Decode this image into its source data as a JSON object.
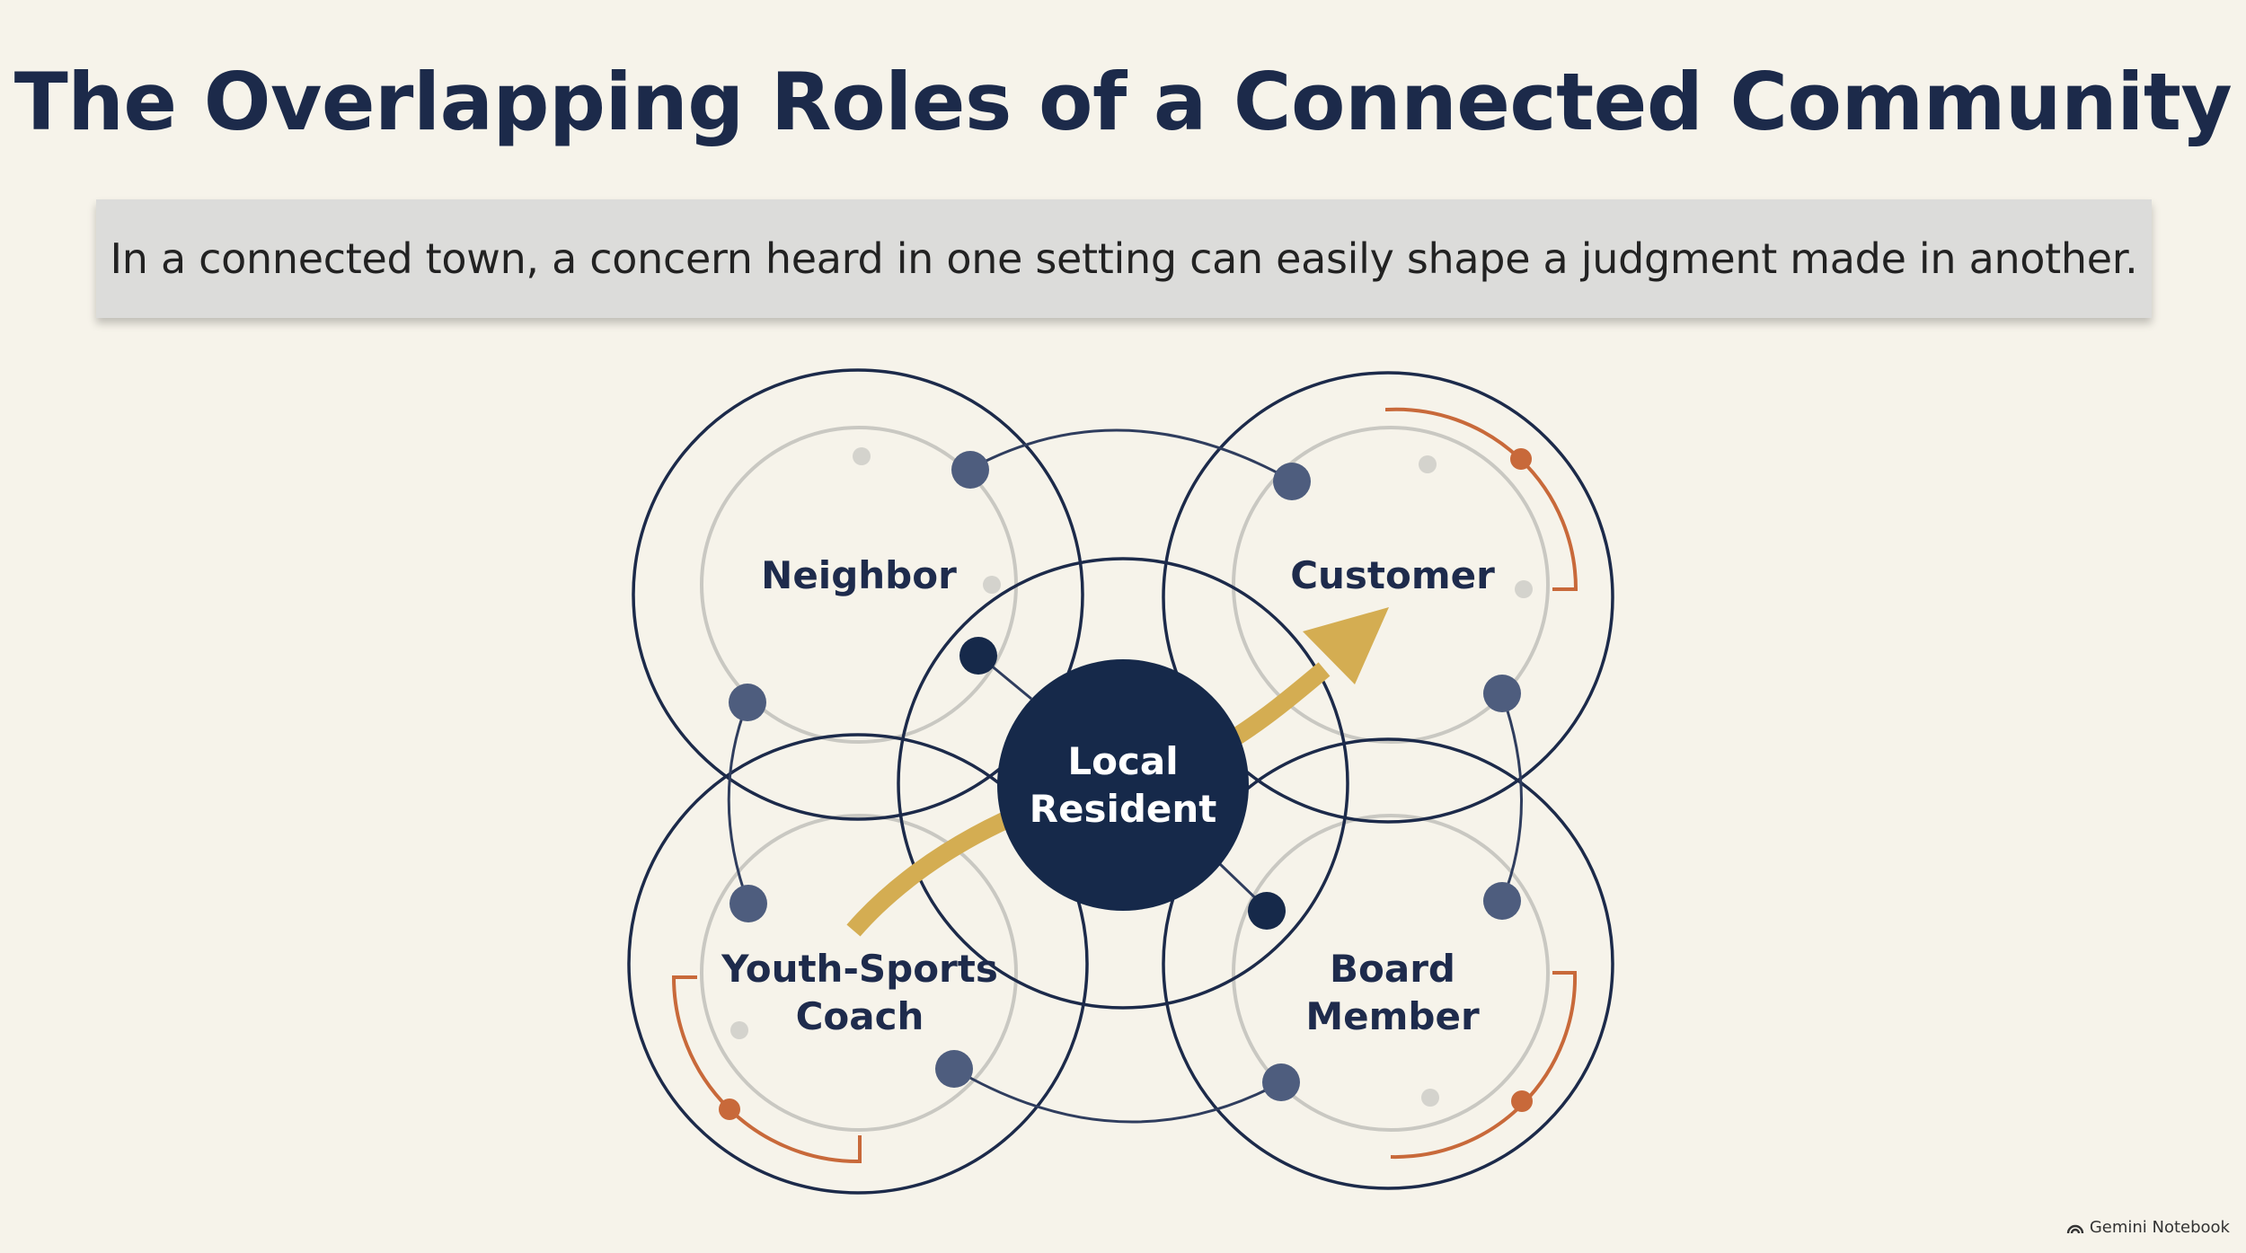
{
  "title": "The Overlapping Roles of a Connected Community",
  "banner": "In a connected town, a concern heard in one setting can easily shape a judgment made in another.",
  "diagram": {
    "center": {
      "line1": "Local",
      "line2": "Resident"
    },
    "roles": {
      "neighbor": "Neighbor",
      "customer": "Customer",
      "coach_line1": "Youth-Sports",
      "coach_line2": "Coach",
      "board_line1": "Board",
      "board_line2": "Member"
    }
  },
  "footer": {
    "brand": "Gemini Notebook",
    "icon": "notebook-icon"
  },
  "colors": {
    "navy": "#1c2a4a",
    "node": "#4e5d7e",
    "gold_arrow": "#d4ad52",
    "orange_accent": "#c8693a",
    "light_ring": "#c9c8c2"
  }
}
